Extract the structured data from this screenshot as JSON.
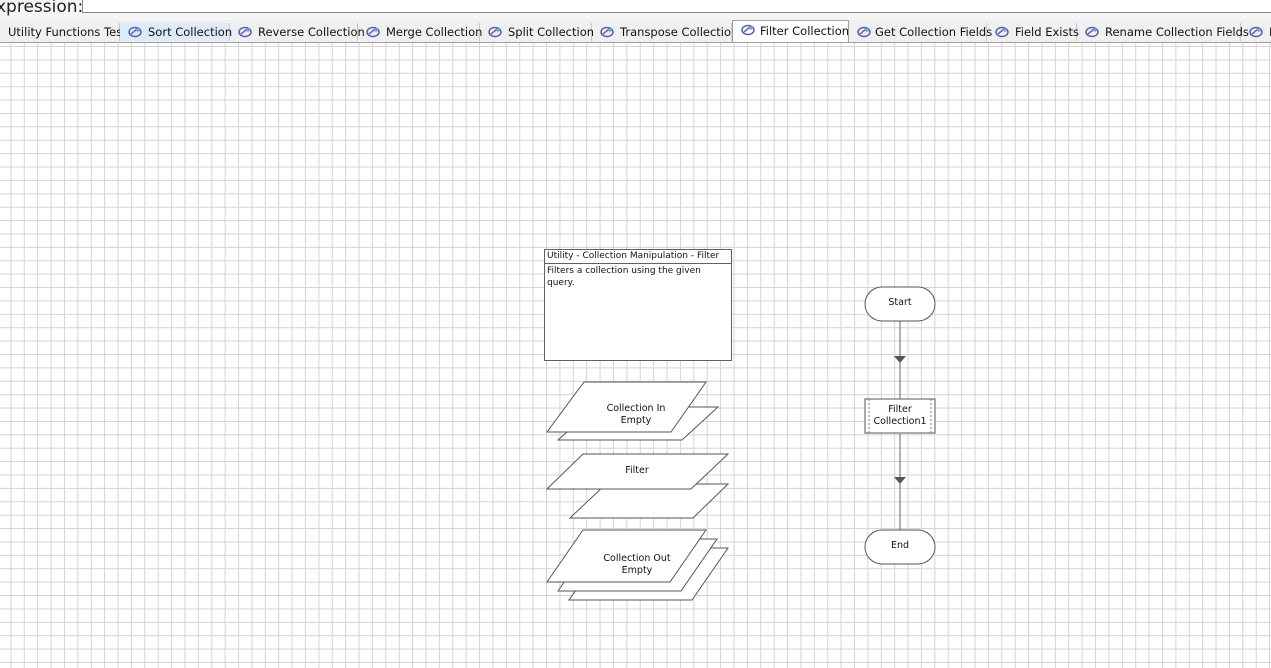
{
  "expression": {
    "label": "xpression:",
    "value": ""
  },
  "tabs": [
    {
      "label": "Utility Functions Test",
      "icon": "none",
      "state": "normal"
    },
    {
      "label": "Sort Collection",
      "icon": "process-icon",
      "state": "hover"
    },
    {
      "label": "Reverse Collection",
      "icon": "process-icon",
      "state": "normal"
    },
    {
      "label": "Merge Collection",
      "icon": "process-icon",
      "state": "normal"
    },
    {
      "label": "Split Collection",
      "icon": "process-icon",
      "state": "normal"
    },
    {
      "label": "Transpose Collection",
      "icon": "process-icon",
      "state": "normal"
    },
    {
      "label": "Filter Collection",
      "icon": "process-icon",
      "state": "active"
    },
    {
      "label": "Get Collection Fields",
      "icon": "process-icon",
      "state": "normal"
    },
    {
      "label": "Field Exists",
      "icon": "process-icon",
      "state": "normal"
    },
    {
      "label": "Rename Collection Fields",
      "icon": "process-icon",
      "state": "normal"
    },
    {
      "label": "F",
      "icon": "process-icon",
      "state": "normal"
    }
  ],
  "diagram": {
    "note": {
      "title": "Utility - Collection Manipulation - Filter",
      "body": "Filters a collection using the given query."
    },
    "collection_in": {
      "line1": "Collection In",
      "line2": "Empty"
    },
    "filter_data": {
      "label": "Filter"
    },
    "collection_out": {
      "line1": "Collection Out",
      "line2": "Empty"
    },
    "start": {
      "label": "Start"
    },
    "action": {
      "line1": "Filter",
      "line2": "Collection1"
    },
    "end": {
      "label": "End"
    }
  },
  "colors": {
    "tab_hover": "#dcebf7",
    "grid": "#d4d4d4",
    "connector": "#666666"
  }
}
